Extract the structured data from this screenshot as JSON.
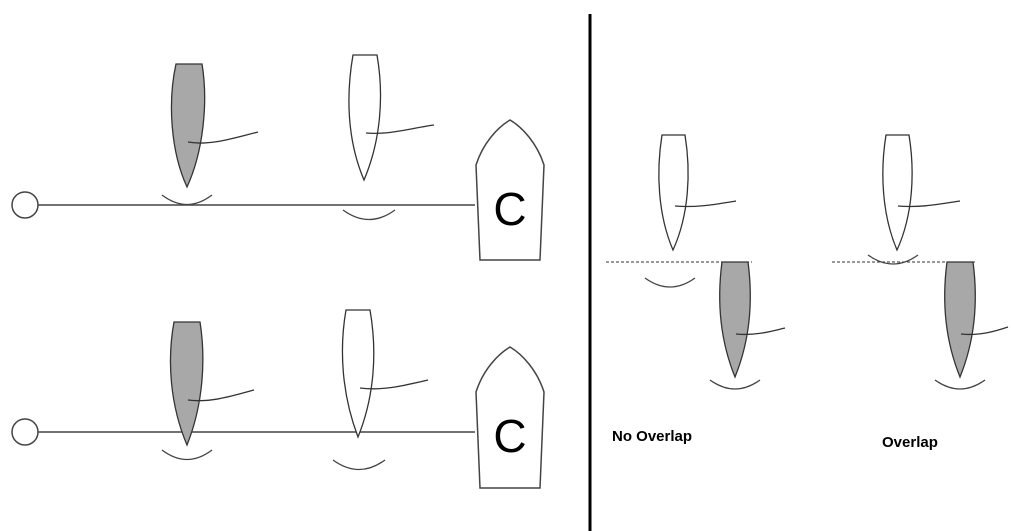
{
  "colors": {
    "background": "#ffffff",
    "line": "#000000",
    "boat_white": "#ffffff",
    "boat_grey": "#a8a8a8",
    "boat_outline": "#333333"
  },
  "icons": {
    "pin_end": "circle",
    "committee_boat": "boat-hull-with-letter",
    "sailboat": "sailboat-hull-top-view"
  },
  "committee_boat_letter": "C",
  "captions": {
    "no_overlap": "No Overlap",
    "overlap": "Overlap"
  }
}
